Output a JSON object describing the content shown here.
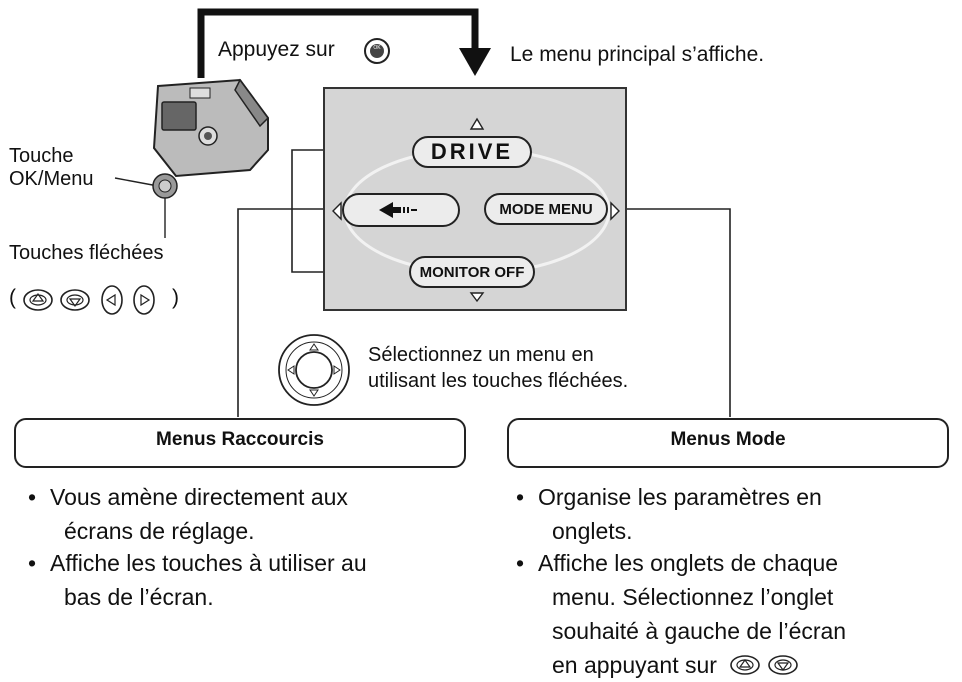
{
  "instructions": {
    "press": "Appuyez sur",
    "menu_appears": "Le menu principal s’affiche.",
    "select_menu_line1": "Sélectionnez un menu en",
    "select_menu_line2": "utilisant les touches fléchées."
  },
  "camera_labels": {
    "ok_line1": "Touche",
    "ok_line2": "OK/Menu",
    "arrows": "Touches fléchées",
    "paren_open": "(",
    "paren_close": ")"
  },
  "menu_screen": {
    "top": "DRIVE",
    "left_icon": "shortcut-arrow-icon",
    "right": "MODE MENU",
    "bottom": "MONITOR OFF"
  },
  "boxes": {
    "left_title": "Menus Raccourcis",
    "right_title": "Menus Mode"
  },
  "left_bullets": [
    {
      "line1": "Vous amène directement aux",
      "line2": "écrans de réglage."
    },
    {
      "line1": "Affiche les touches à utiliser au",
      "line2": "bas de l’écran."
    }
  ],
  "right_bullets": [
    {
      "line1": "Organise les paramètres en",
      "line2": "onglets."
    },
    {
      "line1": "Affiche les onglets de chaque",
      "line2": "menu. Sélectionnez l’onglet",
      "line3": "souhaité à gauche de l’écran",
      "line4": "en appuyant sur"
    }
  ],
  "bullet_char": "•"
}
